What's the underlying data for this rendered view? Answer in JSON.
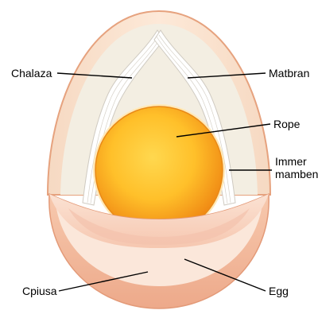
{
  "diagram": {
    "labels": {
      "chalaza": "Chalaza",
      "matbran": "Matbran",
      "rope": "Rope",
      "inner_line1": "Immer",
      "inner_line2": "mamben",
      "cpiusa": "Cpiusa",
      "egg": "Egg"
    }
  },
  "colors": {
    "shell_outline": "#e8a880",
    "shell_fill": "#fbe6d4",
    "albumen": "#f4efe3",
    "yolk_light": "#ffd24a",
    "yolk_dark": "#f39a1e",
    "chalaza_cord": "#ffffff",
    "cord_stroke": "#c9c5bd"
  }
}
